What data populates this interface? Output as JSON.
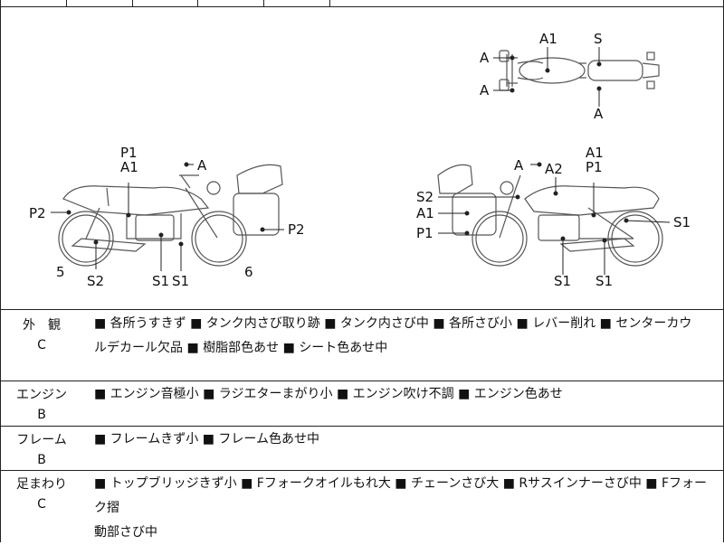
{
  "diagram": {
    "labels": {
      "top_a1": "A1",
      "top_s": "S",
      "top_a_left1": "A",
      "top_a_left2": "A",
      "top_a_bottom": "A",
      "l_p1": "P1",
      "l_a1": "A1",
      "l_a": "A",
      "l_p2_left": "P2",
      "l_p2_right": "P2",
      "l_5": "5",
      "l_s2": "S2",
      "l_s1a": "S1",
      "l_s1b": "S1",
      "l_6": "6",
      "r_a1": "A1",
      "r_p1": "P1",
      "r_a": "A",
      "r_a2": "A2",
      "r_s2": "S2",
      "r_a1_left": "A1",
      "r_p1_left": "P1",
      "r_s1_right": "S1",
      "r_s1a": "S1",
      "r_s1b": "S1"
    }
  },
  "sections": [
    {
      "category": "外　観",
      "grade": "C",
      "line1": "■ 各所うすきず ■ タンク内さび取り跡 ■ タンク内さび中 ■ 各所さび小 ■ レバー削れ ■ センターカウ",
      "line2": "ルデカール欠品 ■ 樹脂部色あせ ■ シート色あせ中"
    },
    {
      "category": "エンジン",
      "grade": "B",
      "line1": "■ エンジン音極小 ■ ラジエターまがり小 ■ エンジン吹け不調 ■ エンジン色あせ",
      "line2": ""
    },
    {
      "category": "フレーム",
      "grade": "B",
      "line1": "■ フレームきず小 ■ フレーム色あせ中",
      "line2": ""
    },
    {
      "category": "足まわり",
      "grade": "C",
      "line1": "■ トップブリッジきず小 ■ Fフォークオイルもれ大 ■ チェーンさび大 ■ Rサスインナーさび中 ■ Fフォーク摺",
      "line2": "動部さび中"
    }
  ]
}
